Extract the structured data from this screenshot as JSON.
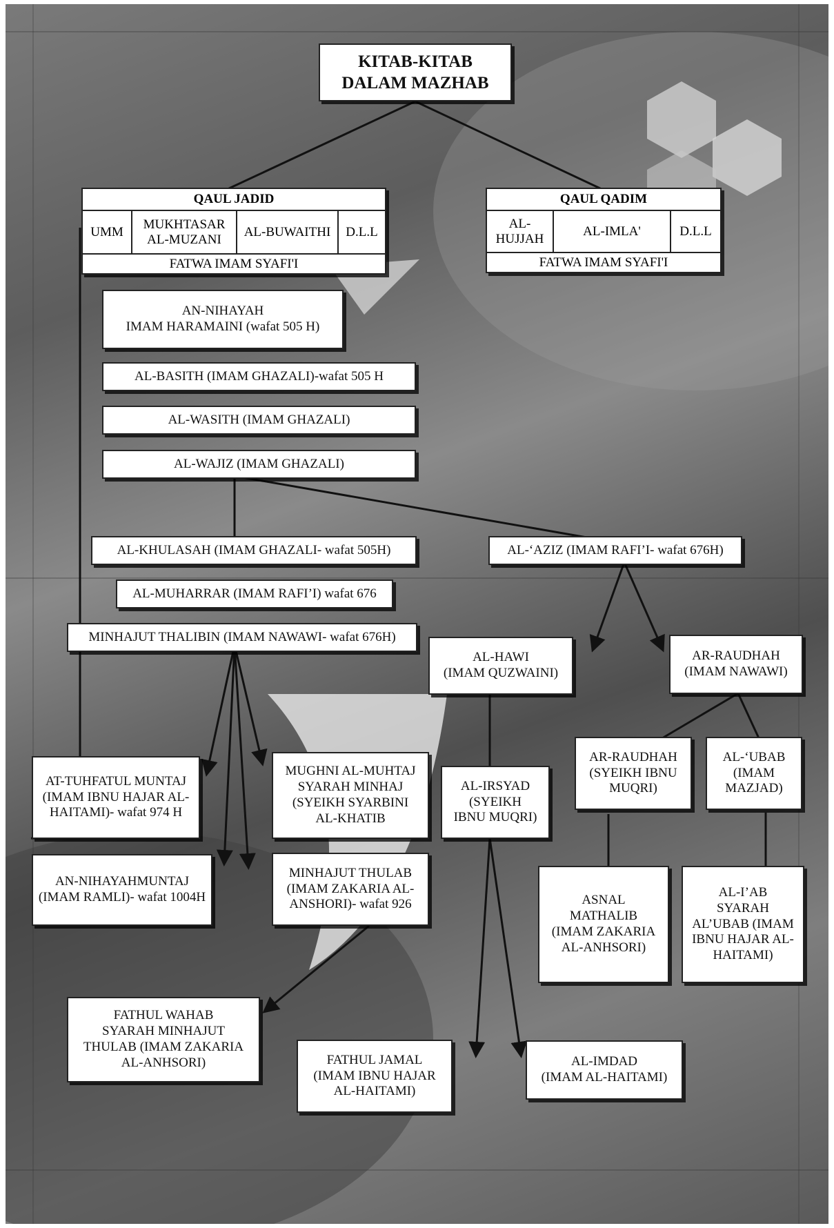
{
  "title": "KITAB-KITAB\nDALAM MAZHAB",
  "qaul_jadid": {
    "header": "QAUL JADID",
    "items": [
      "UMM",
      "MUKHTASAR\nAL-MUZANI",
      "AL-BUWAITHI",
      "D.L.L"
    ],
    "footer": "FATWA IMAM SYAFI'I"
  },
  "qaul_qadim": {
    "header": "QAUL QADIM",
    "items": [
      "AL-\nHUJJAH",
      "AL-IMLA'",
      "D.L.L"
    ],
    "footer": "FATWA IMAM SYAFI'I"
  },
  "nodes": {
    "nihayah": "AN-NIHAYAH\nIMAM HARAMAINI (wafat 505 H)",
    "basith": "AL-BASITH (IMAM GHAZALI)-wafat 505 H",
    "wasith": "AL-WASITH (IMAM GHAZALI)",
    "wajiz": "AL-WAJIZ (IMAM GHAZALI)",
    "khulasah": "AL-KHULASAH (IMAM GHAZALI- wafat 505H)",
    "aziz": "AL-‘AZIZ (IMAM RAFI’I- wafat 676H)",
    "muharrar": "AL-MUHARRAR (IMAM RAFI’I) wafat 676",
    "minhajut_thalibin": "MINHAJUT THALIBIN (IMAM NAWAWI- wafat 676H)",
    "hawi": "AL-HAWI\n(IMAM QUZWAINI)",
    "raudhah_nawawi": "AR-RAUDHAH\n(IMAM NAWAWI)",
    "tuhfah": "AT-TUHFATUL MUNTAJ\n(IMAM IBNU HAJAR AL-\nHAITAMI)- wafat 974 H",
    "mughni": "MUGHNI AL-MUHTAJ\nSYARAH MINHAJ\n(SYEIKH SYARBINI\nAL-KHATIB",
    "irsyad": "AL-IRSYAD\n(SYEIKH\nIBNU MUQRI)",
    "raudhah_muqri": "AR-RAUDHAH\n(SYEIKH IBNU\nMUQRI)",
    "ubab": "AL-‘UBAB\n(IMAM\nMAZJAD)",
    "nihayah_muntaj": "AN-NIHAYAHMUNTAJ\n(IMAM RAMLI)- wafat 1004H",
    "minhajut_thulab": "MINHAJUT THULAB\n(IMAM ZAKARIA AL-\nANSHORI)- wafat 926",
    "asnal": "ASNAL\nMATHALIB\n(IMAM ZAKARIA\nAL-ANHSORI)",
    "iab": "AL-I’AB\nSYARAH\nAL’UBAB (IMAM\nIBNU HAJAR AL-\nHAITAMI)",
    "fathul_wahab": "FATHUL WAHAB\nSYARAH MINHAJUT\nTHULAB (IMAM ZAKARIA\nAL-ANHSORI)",
    "fathul_jamal": "FATHUL JAMAL\n(IMAM IBNU HAJAR\nAL-HAITAMI)",
    "imdad": "AL-IMDAD\n(IMAM AL-HAITAMI)"
  },
  "colors": {
    "box_fill": "#ffffff",
    "border": "#222222",
    "background": "#6e6e6e"
  }
}
